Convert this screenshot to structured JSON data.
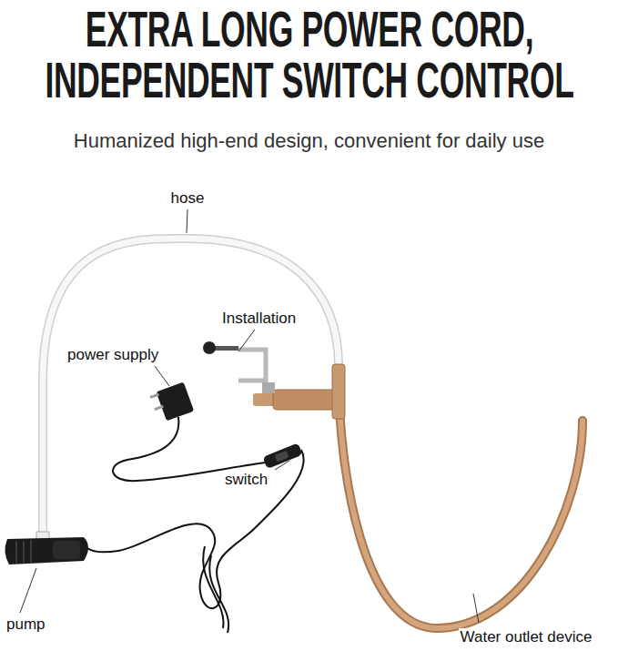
{
  "diagram": {
    "title": "EXTRA LONG POWER CORD, INDEPENDENT SWITCH CONTROL",
    "caption": "Humanized high-end design, convenient for daily use",
    "labels": [
      "hose",
      "Installation",
      "power supply",
      "switch",
      "pump",
      "Water outlet device"
    ]
  }
}
